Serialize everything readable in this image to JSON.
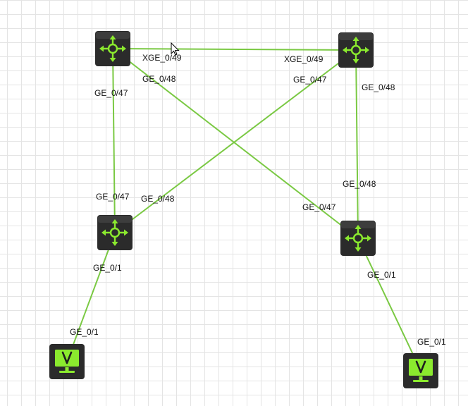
{
  "devices": [
    {
      "name": "switch-top-left",
      "kind": "switch",
      "icon": "network-switch-icon"
    },
    {
      "name": "switch-top-right",
      "kind": "switch",
      "icon": "network-switch-icon"
    },
    {
      "name": "switch-bottom-left",
      "kind": "switch",
      "icon": "network-switch-icon"
    },
    {
      "name": "switch-bottom-right",
      "kind": "switch",
      "icon": "network-switch-icon"
    },
    {
      "name": "pc-left",
      "kind": "host",
      "icon": "host-terminal-icon"
    },
    {
      "name": "pc-right",
      "kind": "host",
      "icon": "host-terminal-icon"
    }
  ],
  "links": [
    {
      "from": "switch-top-left",
      "to": "switch-top-right",
      "from_port": "XGE_0/49",
      "to_port": "XGE_0/49"
    },
    {
      "from": "switch-top-left",
      "to": "switch-bottom-left",
      "from_port": "GE_0/47",
      "to_port": "GE_0/47"
    },
    {
      "from": "switch-top-left",
      "to": "switch-bottom-right",
      "from_port": "GE_0/48",
      "to_port": "GE_0/47"
    },
    {
      "from": "switch-top-right",
      "to": "switch-bottom-left",
      "from_port": "GE_0/47",
      "to_port": "GE_0/48"
    },
    {
      "from": "switch-top-right",
      "to": "switch-bottom-right",
      "from_port": "GE_0/48",
      "to_port": "GE_0/48"
    },
    {
      "from": "switch-bottom-left",
      "to": "pc-left",
      "from_port": "GE_0/1",
      "to_port": "GE_0/1"
    },
    {
      "from": "switch-bottom-right",
      "to": "pc-right",
      "from_port": "GE_0/1",
      "to_port": "GE_0/1"
    }
  ],
  "colors": {
    "link": "#7ac943",
    "device_body": "#2b2b2b",
    "device_glyph": "#8bea2e",
    "grid": "#e4e4e4",
    "background": "#ffffff"
  },
  "cursor_icon": "mouse-pointer-icon"
}
